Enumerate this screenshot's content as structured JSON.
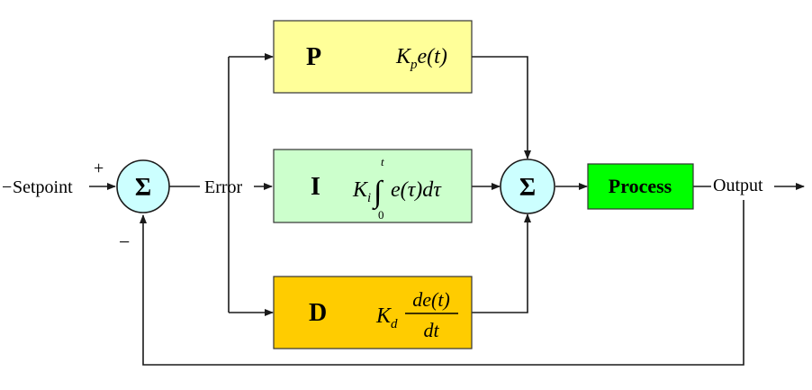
{
  "signals": {
    "setpoint": "Setpoint",
    "error": "Error",
    "output": "Output",
    "plus": "+",
    "minus": "−",
    "lead_dash": "−"
  },
  "junctions": {
    "input_sum": "Σ",
    "output_sum": "Σ"
  },
  "blocks": {
    "p": {
      "title": "P",
      "k": "K",
      "k_sub": "p",
      "rest": "e(t)",
      "color": "#ffff99"
    },
    "i": {
      "title": "I",
      "k": "K",
      "k_sub": "i",
      "integral": "∫",
      "upper": "t",
      "lower": "0",
      "rest": "e(τ)dτ",
      "color": "#ccffcc"
    },
    "d": {
      "title": "D",
      "k": "K",
      "k_sub": "d",
      "numerator": "de(t)",
      "denominator": "dt",
      "color": "#ffcc00"
    },
    "process": {
      "title": "Process",
      "color": "#00ff00"
    }
  },
  "colors": {
    "junction_fill": "#ccffff",
    "line": "#1a1a1a"
  }
}
